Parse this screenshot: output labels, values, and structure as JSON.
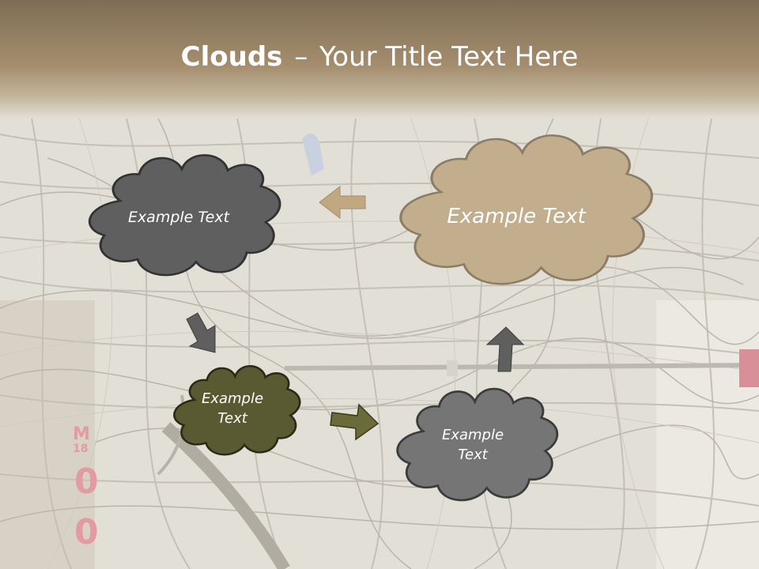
{
  "title": {
    "bold": "Clouds",
    "separator": "–",
    "rest": "Your Title Text Here"
  },
  "clouds": [
    {
      "id": "dark-gray",
      "label": "Example Text",
      "color": "#5f5f5f"
    },
    {
      "id": "tan",
      "label": "Example Text",
      "color": "#c2ad8c"
    },
    {
      "id": "olive",
      "label_line1": "Example",
      "label_line2": "Text",
      "color": "#5a5a32"
    },
    {
      "id": "mid-gray",
      "label_line1": "Example",
      "label_line2": "Text",
      "color": "#757575"
    }
  ],
  "arrow_colors": {
    "tan": "#c2a783",
    "dark": "#5f5f5f",
    "olive": "#6a6a3a"
  }
}
